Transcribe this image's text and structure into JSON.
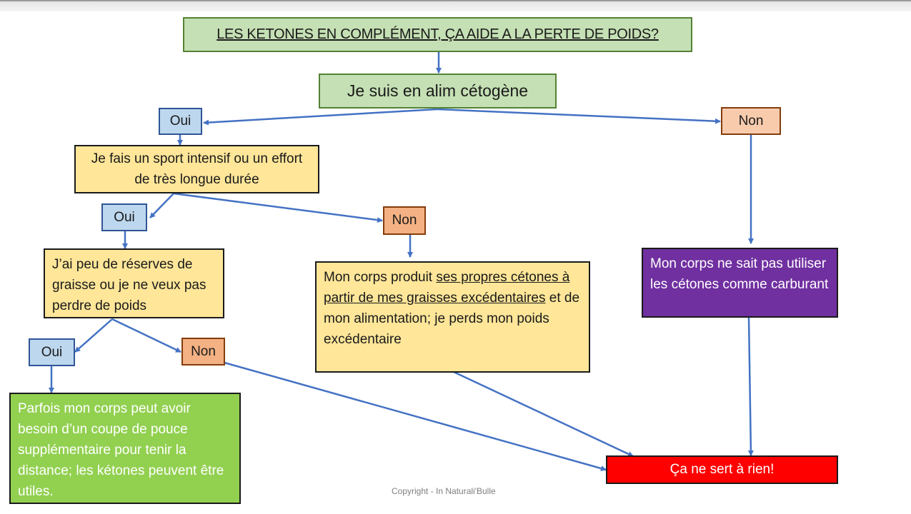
{
  "title": "LES KETONES EN COMPLÉMENT, ÇA AIDE A LA PERTE DE POIDS?",
  "q1": "Je suis en alim cétogène",
  "answers": {
    "yes": "Oui",
    "no": "Non"
  },
  "q2": "Je fais un sport intensif ou un effort de très longue durée",
  "q3": "J’ai peu de réserves de graisse ou je ne veux pas perdre de poids",
  "body_produces": {
    "part1": "Mon corps produit",
    "part2": "ses propres cétones à partir de mes graisses excédentaires",
    "part3": "et de mon alimentation; je perds mon poids excédentaire"
  },
  "no_use_ketones": "Mon corps ne sait pas utiliser les cétones comme carburant",
  "boost": "Parfois mon corps peut avoir besoin d’un coupe de pouce supplémentaire pour tenir la distance; les kétones peuvent être utiles.",
  "useless": "Ça ne sert à rien!",
  "copyright": "Copyright - In Naturali'Bulle",
  "colors": {
    "arrow": "#4472c4",
    "title_fill": "#c5e0b4",
    "yes_fill": "#bdd7ee",
    "no_fill": "#f8cbad",
    "question_fill": "#ffe699",
    "purple": "#7030a0",
    "green": "#92d050",
    "red": "#ff0000"
  }
}
